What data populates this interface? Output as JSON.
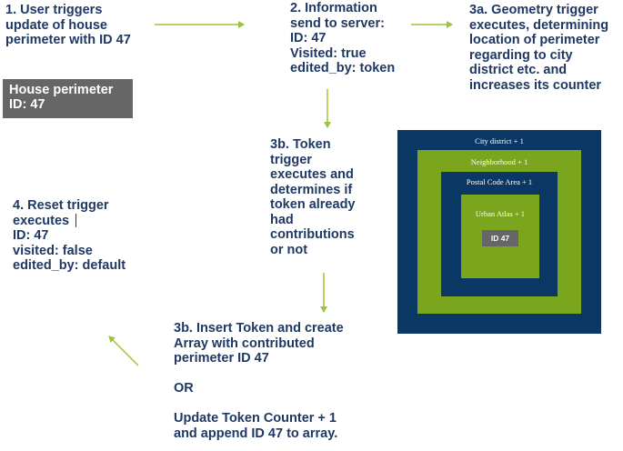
{
  "step1": {
    "text": "1. User triggers\nupdate of house\nperimeter with ID 47"
  },
  "house_box": {
    "text": "House perimeter\nID: 47"
  },
  "step2": {
    "text": "2. Information\nsend to server:\nID: 47\nVisited: true\nedited_by: token"
  },
  "step3a": {
    "text": "3a. Geometry trigger\nexecutes, determining\nlocation of perimeter\nregarding to city\ndistrict etc. and\nincreases its counter"
  },
  "step3b_token": {
    "text": "3b. Token\ntrigger\nexecutes and\ndetermines if\ntoken already\nhad\ncontributions\nor not"
  },
  "step4": {
    "text": "4. Reset trigger\nexecutes\nID: 47\nvisited: false\nedited_by: default"
  },
  "step3b_insert": {
    "text": "3b. Insert Token and create\nArray with contributed\nperimeter ID 47\n\nOR\n\nUpdate Token Counter + 1\nand append ID 47 to array."
  },
  "nested_areas": {
    "city_district": "City district + 1",
    "neighborhood": "Neighborhood + 1",
    "postal_code_area": "Postal Code Area + 1",
    "urban_atlas": "Urban Atlas + 1",
    "id_label": "ID 47"
  },
  "colors": {
    "text": "#1f3864",
    "navy": "#0a3764",
    "green": "#7aa51c",
    "gray": "#666666",
    "arrow": "#9cc33c"
  }
}
